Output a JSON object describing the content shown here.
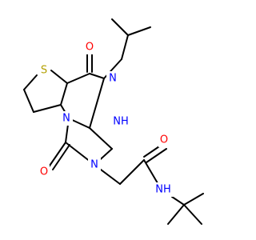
{
  "colors": {
    "background": "#ffffff",
    "bond": "#000000",
    "carbon": "#000000",
    "oxygen": "#ff0000",
    "nitrogen": "#0000ff",
    "sulfur": "#b3a000"
  },
  "atoms": {
    "sulfur": {
      "symbol": "S",
      "element": "S"
    },
    "carbonyl_oxygen_top": {
      "symbol": "O",
      "element": "O"
    },
    "ring_nitrogen_isobutyl": {
      "symbol": "N",
      "element": "N"
    },
    "ring_nitrogen_fused": {
      "symbol": "N",
      "element": "N"
    },
    "ring_nh": {
      "symbol": "NH",
      "element": "N"
    },
    "ring_nitrogen_acetamide": {
      "symbol": "N",
      "element": "N"
    },
    "carbonyl_oxygen_bottom": {
      "symbol": "O",
      "element": "O"
    },
    "amide_oxygen": {
      "symbol": "O",
      "element": "O"
    },
    "amide_nh": {
      "symbol": "NH",
      "element": "N"
    }
  }
}
